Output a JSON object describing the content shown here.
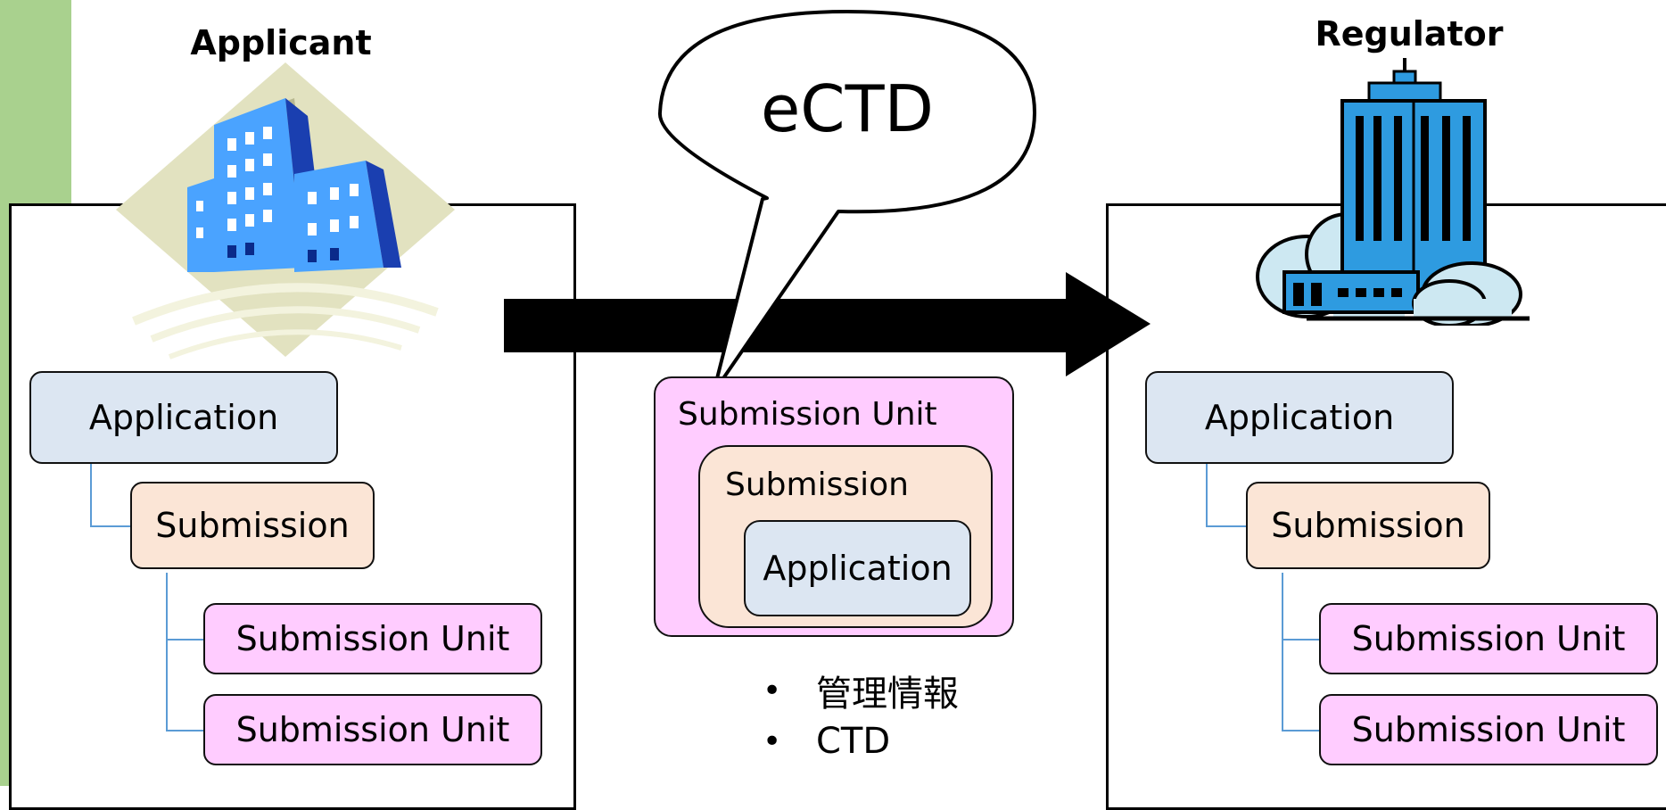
{
  "applicant": {
    "title": "Applicant",
    "tree": {
      "application": "Application",
      "submission": "Submission",
      "units": [
        "Submission Unit",
        "Submission Unit"
      ]
    }
  },
  "regulator": {
    "title": "Regulator",
    "tree": {
      "application": "Application",
      "submission": "Submission",
      "units": [
        "Submission Unit",
        "Submission Unit"
      ]
    }
  },
  "callout": {
    "text": "eCTD"
  },
  "nested": {
    "outer": "Submission Unit",
    "middle": "Submission",
    "inner": "Application"
  },
  "bullets": [
    "管理情報",
    "CTD"
  ],
  "colors": {
    "green_bar": "#a9d18e",
    "application": "#dce6f2",
    "submission": "#fbe5d6",
    "submission_unit": "#ffccff",
    "building_blue": "#2e9be0"
  }
}
